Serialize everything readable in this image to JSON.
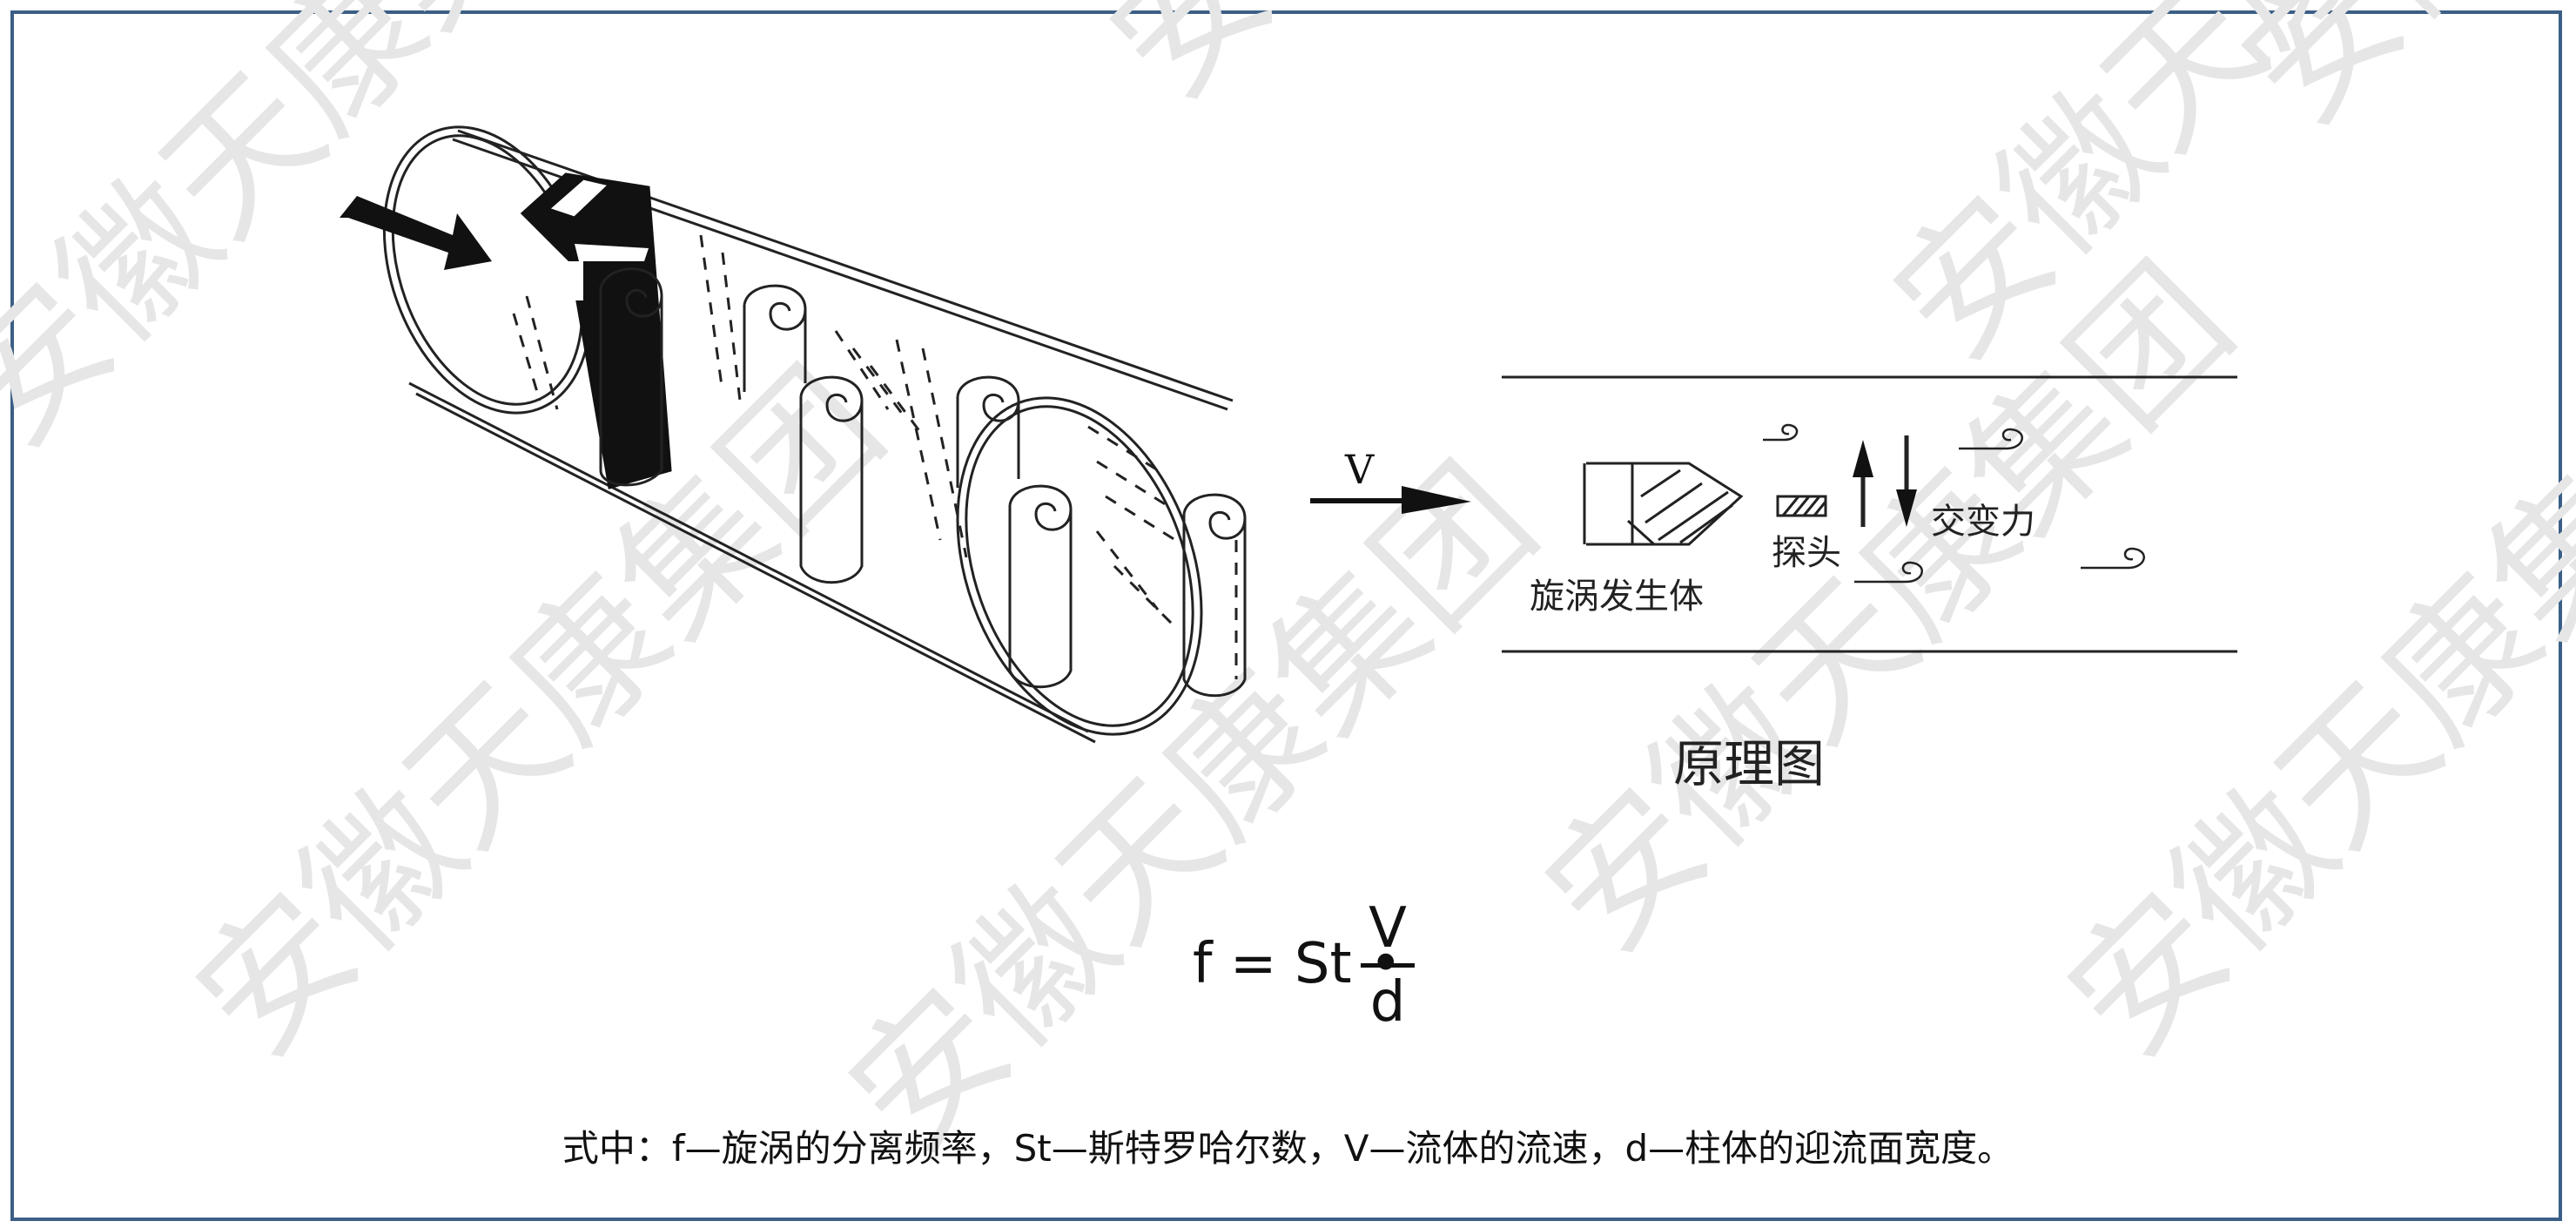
{
  "diagram": {
    "velocity_label": "V",
    "labels": {
      "vortex_generator": "旋涡发生体",
      "probe": "探头",
      "alternating_force": "交变力"
    },
    "title": "原理图"
  },
  "formula": {
    "lhs": "f = St •",
    "numerator": "V",
    "denominator": "d"
  },
  "caption": "式中：f—旋涡的分离频率，St—斯特罗哈尔数，V—流体的流速，d—柱体的迎流面宽度。",
  "watermark": "安徽天康集团",
  "colors": {
    "frame_border": "#3b5f86",
    "ink": "#111111",
    "watermark": "#e2e2e2"
  }
}
